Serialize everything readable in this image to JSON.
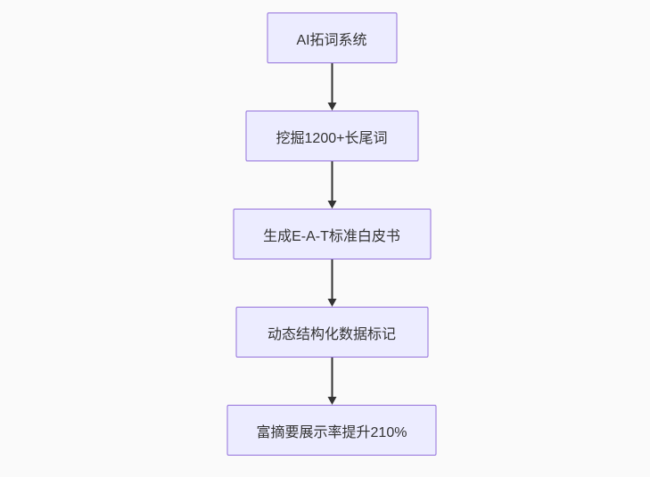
{
  "page": {
    "background_color": "#fafafa"
  },
  "diagram": {
    "type": "flowchart",
    "direction": "top-down",
    "node_fill_color": "#ECECFF",
    "node_border_color": "#9370DB",
    "node_text_color": "#333333",
    "arrow_color": "#333333",
    "nodes": [
      {
        "id": "n1",
        "label": "AI拓词系统"
      },
      {
        "id": "n2",
        "label": "挖掘1200+长尾词"
      },
      {
        "id": "n3",
        "label": "生成E-A-T标准白皮书"
      },
      {
        "id": "n4",
        "label": "动态结构化数据标记"
      },
      {
        "id": "n5",
        "label": "富摘要展示率提升210%"
      }
    ],
    "edges": [
      {
        "from": "n1",
        "to": "n2"
      },
      {
        "from": "n2",
        "to": "n3"
      },
      {
        "from": "n3",
        "to": "n4"
      },
      {
        "from": "n4",
        "to": "n5"
      }
    ]
  }
}
